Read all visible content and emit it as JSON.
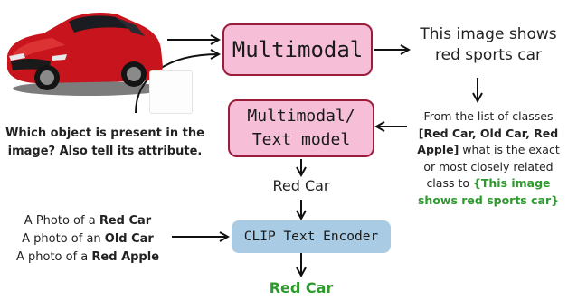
{
  "boxes": {
    "multimodal": "Multimodal",
    "text_model_line1": "Multimodal/",
    "text_model_line2": "Text model",
    "clip": "CLIP Text Encoder"
  },
  "outputs": {
    "shows_line1": "This image shows",
    "shows_line2": "red sports car",
    "red_car_mid": "Red Car",
    "red_car_final": "Red Car"
  },
  "question": {
    "line1": "Which object is present in the",
    "line2": "image? Also tell its attribute."
  },
  "prompt": {
    "l1": "From the list of classes",
    "l2_bold": "[Red Car, Old Car, Red",
    "l3_bold": "Apple]",
    "l3_rest": " what is the exact",
    "l4": "or most closely related",
    "l5_pre": "class to ",
    "l5_green": "{This image",
    "l6_green": "shows red sports car}"
  },
  "captions": [
    {
      "pre": "A Photo of a ",
      "bold": "Red Car"
    },
    {
      "pre": "A photo of an ",
      "bold": "Old Car"
    },
    {
      "pre": "A photo of a ",
      "bold": "Red Apple"
    }
  ],
  "colors": {
    "box_fill": "#f7bfd7",
    "box_border": "#9c1c3c",
    "clip_fill": "#a9cce4",
    "green": "#2e9a2e",
    "navy": "#1f2f5c"
  },
  "image_icon": "red-sports-car-image"
}
